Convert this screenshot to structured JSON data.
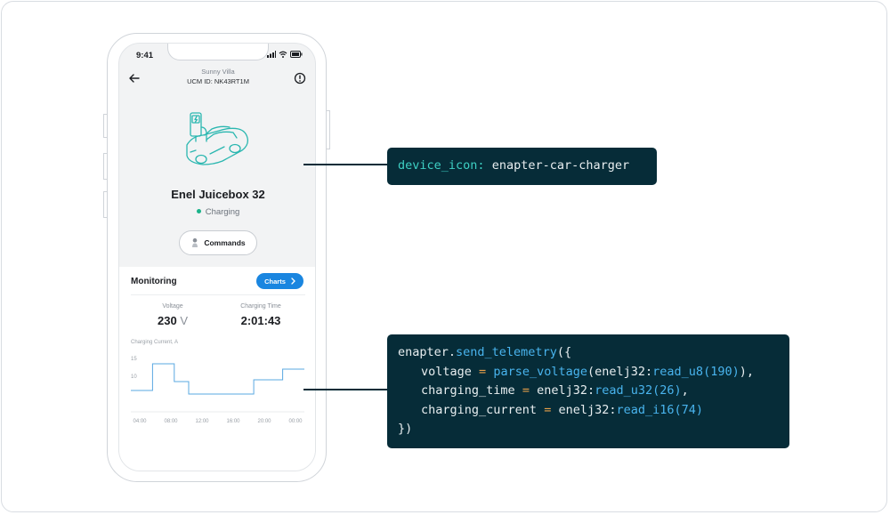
{
  "status_bar": {
    "time": "9:41"
  },
  "header": {
    "location": "Sunny Villa",
    "ucm_id": "UCM ID: NK43RT1M"
  },
  "device": {
    "name": "Enel Juicebox 32",
    "status": "Charging",
    "status_color": "#1bb38a",
    "icon": "car-charger-icon"
  },
  "commands_button": {
    "label": "Commands"
  },
  "monitoring": {
    "title": "Monitoring",
    "charts_label": "Charts",
    "voltage": {
      "label": "Voltage",
      "value": "230",
      "unit": "V"
    },
    "charging_time": {
      "label": "Charging Time",
      "value": "2:01:43"
    },
    "chart_title": "Charging Current, A"
  },
  "chart_data": {
    "type": "line",
    "title": "Charging Current, A",
    "x_ticks": [
      "04:00",
      "08:00",
      "12:00",
      "16:00",
      "20:00",
      "00:00"
    ],
    "y_ticks": [
      15,
      10
    ],
    "ylim": [
      0,
      17
    ],
    "series": [
      {
        "step": true,
        "x": [
          0,
          3,
          3,
          6,
          6,
          8,
          8,
          17,
          17,
          21,
          21,
          24
        ],
        "y": [
          6,
          6,
          13.5,
          13.5,
          8.5,
          8.5,
          5,
          5,
          9,
          9,
          12,
          12
        ]
      }
    ],
    "line_color": "#5aa8e2"
  },
  "annotations": {
    "icon_box": {
      "key": "device_icon:",
      "value": "enapter-car-charger"
    },
    "telemetry_box": {
      "line1_obj": "enapter.",
      "line1_fn": "send_telemetry",
      "line1_end": "({",
      "line2_key": "voltage",
      "line2_eq": "=",
      "line2_fn": "parse_voltage",
      "line2_mid": "(enelj32:",
      "line2_fn2": "read_u8",
      "line2_arg": "(190)",
      "line2_end": "),",
      "line3_key": "charging_time",
      "line3_eq": "=",
      "line3_mid": "enelj32:",
      "line3_fn": "read_u32",
      "line3_arg": "(26)",
      "line3_end": ",",
      "line4_key": "charging_current",
      "line4_eq": "=",
      "line4_mid": "enelj32:",
      "line4_fn": "read_i16",
      "line4_arg": "(74)",
      "line5": "})"
    }
  },
  "colors": {
    "code_bg": "#062c38",
    "accent": "#1a86e0"
  }
}
